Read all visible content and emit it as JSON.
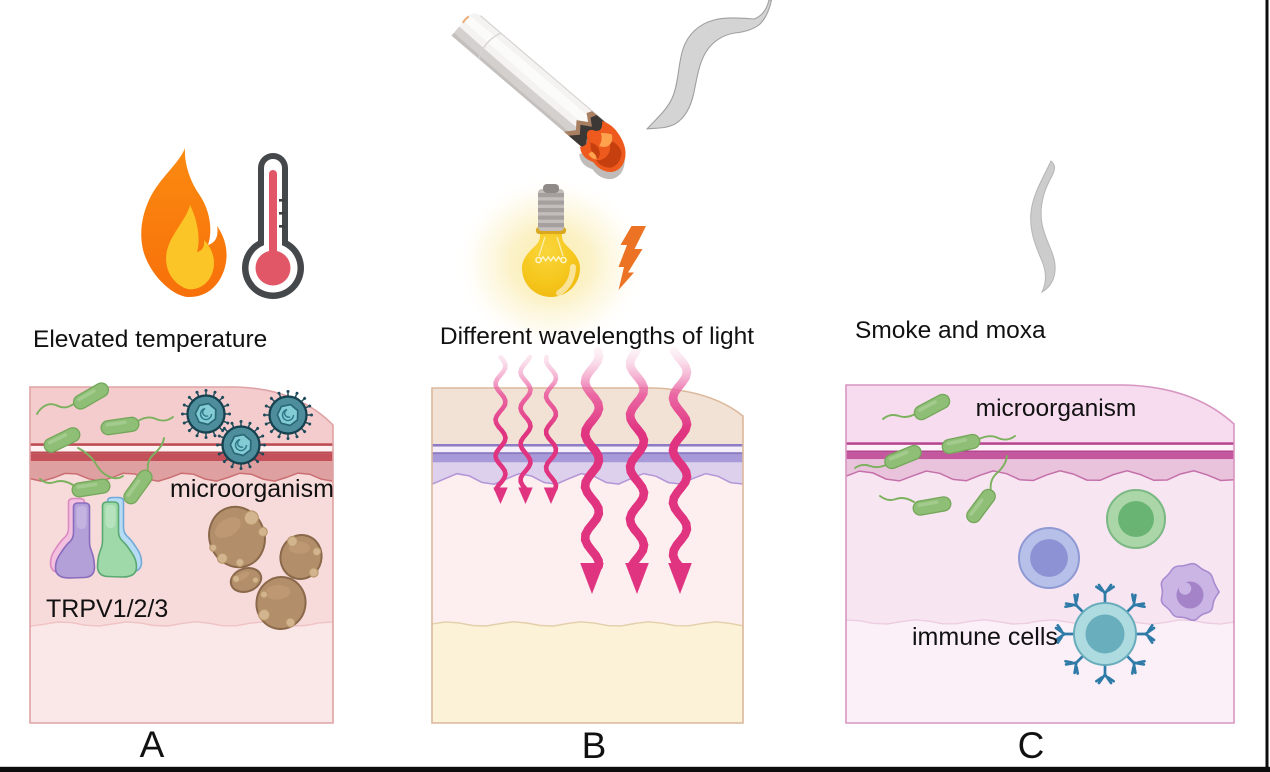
{
  "figure": {
    "type": "three-panel skin stimulus diagram",
    "panels": [
      {
        "letter": "A",
        "heading": "Elevated temperature",
        "labels": {
          "microorganism": "microorganism",
          "receptor": "TRPV1/2/3"
        },
        "icons": [
          "flame-icon",
          "thermometer-icon"
        ],
        "elements": [
          "bacteria",
          "viruses",
          "TRPV1/2/3 receptor channels",
          "corneocyte cells"
        ]
      },
      {
        "letter": "B",
        "heading": "Different wavelengths of light",
        "labels": {},
        "icons": [
          "moxa-stick-icon",
          "smoke-plume-icon",
          "lightbulb-icon",
          "lightning-bolt-icon"
        ],
        "elements": [
          "short wavelength arrows penetrating shallow",
          "long wavelength arrows penetrating deep"
        ]
      },
      {
        "letter": "C",
        "heading": "Smoke and moxa",
        "labels": {
          "microorganism": "microorganism",
          "immune": "immune cells"
        },
        "icons": [
          "smoke-wisp-icon"
        ],
        "elements": [
          "bacteria",
          "blue lymphocyte",
          "green lymphocyte",
          "purple monocyte",
          "immune cell with antibody receptors"
        ]
      }
    ],
    "colors": {
      "panel_a_epidermis": "#f4ccce",
      "panel_a_band": "#c4505a",
      "panel_b_epidermis": "#f2e2d5",
      "panel_b_band": "#a89ad8",
      "panel_b_subcutis": "#fbf2d7",
      "panel_c_epidermis": "#f6dcee",
      "panel_c_band": "#c4579d",
      "light_arrow_pink": "#e03380",
      "flame_orange": "#f7700a",
      "flame_inner_yellow": "#fcc527",
      "bulb_yellow": "#f6c81f",
      "bolt_orange": "#ec7323",
      "bacteria_green": "#8fbe76",
      "virus_teal": "#4e8d9c",
      "frame_black": "#0d0d0d"
    }
  }
}
